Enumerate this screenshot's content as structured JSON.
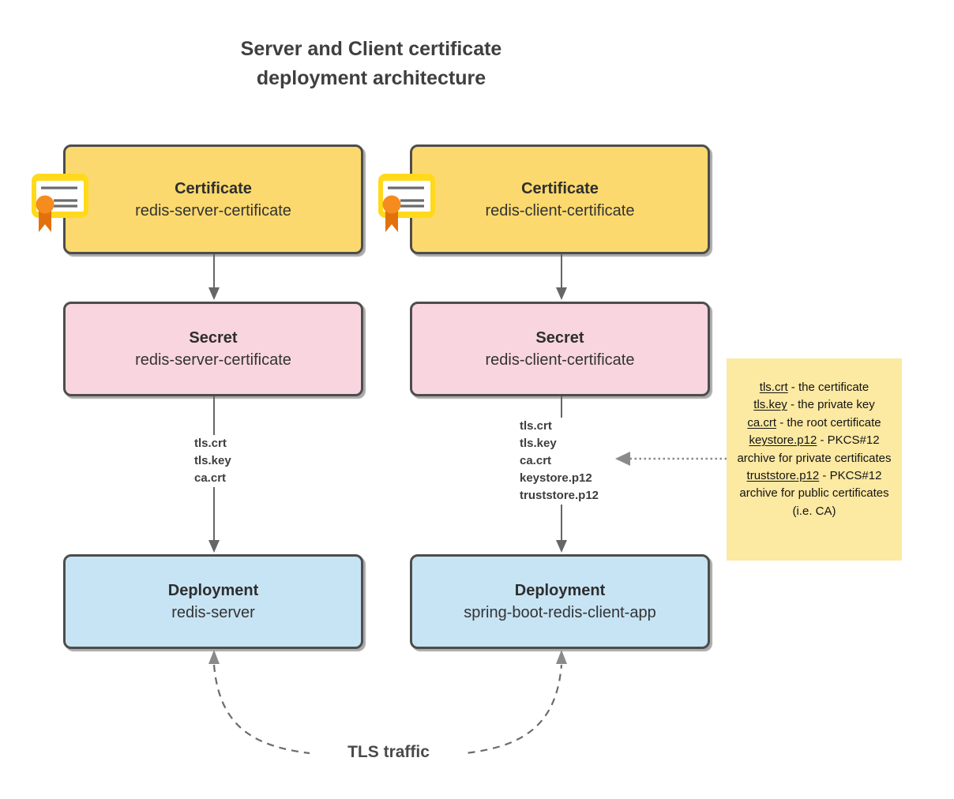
{
  "title": {
    "line1": "Server and Client certificate",
    "line2": "deployment architecture"
  },
  "nodes": {
    "cert_server": {
      "type": "Certificate",
      "name": "redis-server-certificate"
    },
    "cert_client": {
      "type": "Certificate",
      "name": "redis-client-certificate"
    },
    "secret_server": {
      "type": "Secret",
      "name": "redis-server-certificate"
    },
    "secret_client": {
      "type": "Secret",
      "name": "redis-client-certificate"
    },
    "deploy_server": {
      "type": "Deployment",
      "name": "redis-server"
    },
    "deploy_client": {
      "type": "Deployment",
      "name": "spring-boot-redis-client-app"
    }
  },
  "edge_labels": {
    "server_files": [
      "tls.crt",
      "tls.key",
      "ca.crt"
    ],
    "client_files": [
      "tls.crt",
      "tls.key",
      "ca.crt",
      "keystore.p12",
      "truststore.p12"
    ],
    "tls_traffic": "TLS traffic"
  },
  "note": {
    "entries": [
      {
        "file": "tls.crt",
        "desc": "the certificate"
      },
      {
        "file": "tls.key",
        "desc": "the private key"
      },
      {
        "file": "ca.crt",
        "desc": "the root certificate"
      },
      {
        "file": "keystore.p12",
        "desc": "PKCS#12 archive for private certificates"
      },
      {
        "file": "truststore.p12",
        "desc": "PKCS#12 archive for public certificates (i.e. CA)"
      }
    ]
  },
  "colors": {
    "certificate_fill": "#FBD96E",
    "secret_fill": "#F9D5E0",
    "deployment_fill": "#C7E4F4",
    "note_fill": "#FCE9A2",
    "box_border": "#4D4D4D",
    "connector_gray": "#666666",
    "title_text": "#3F3F3F",
    "icon_yellow": "#FFD91C",
    "icon_ribbon_orange": "#F68B1E"
  }
}
